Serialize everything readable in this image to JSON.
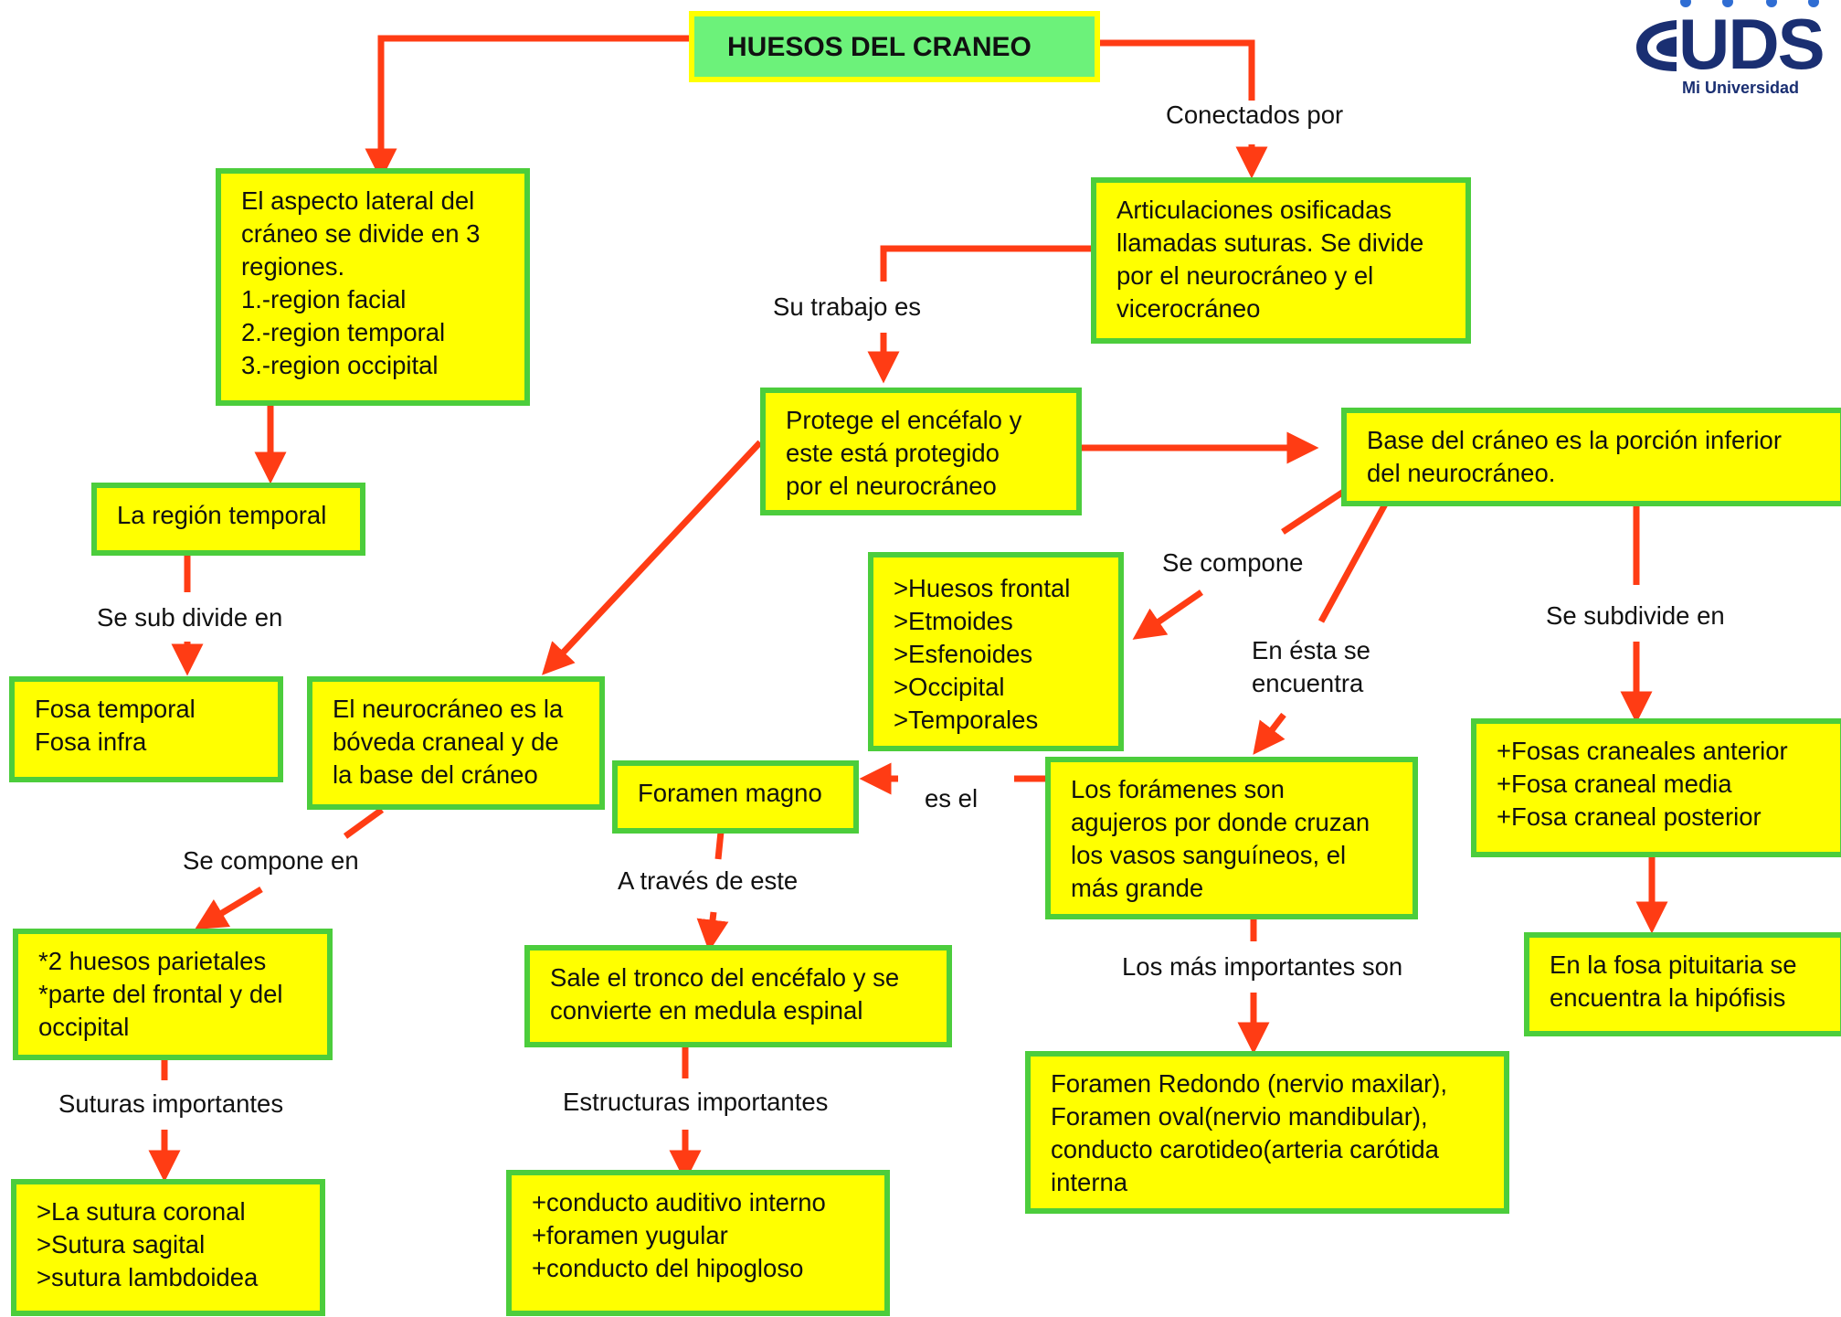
{
  "title": "HUESOS DEL CRANEO",
  "logo": {
    "text": "UDS",
    "subtitle": "Mi Universidad"
  },
  "colors": {
    "box_fill": "#ffff00",
    "box_border": "#4ccd3c",
    "title_fill": "#6cf27a",
    "arrow": "#ff3c14"
  },
  "nodes": {
    "lateral": [
      "El aspecto lateral del",
      "cráneo se divide en 3",
      "regiones.",
      "1.-region facial",
      "2.-region temporal",
      "3.-region occipital"
    ],
    "articulaciones": [
      "Articulaciones osificadas",
      "llamadas suturas. Se divide",
      "por el neurocráneo y el",
      "vicerocráneo"
    ],
    "protege": [
      "Protege el encéfalo y",
      "este está protegido",
      "por el neurocráneo"
    ],
    "base": [
      "Base del cráneo es la  porción inferior",
      "del neurocráneo."
    ],
    "region_temporal": [
      "La región temporal"
    ],
    "huesos": [
      ">Huesos frontal",
      ">Etmoides",
      ">Esfenoides",
      ">Occipital",
      ">Temporales"
    ],
    "fosa_temporal": [
      "Fosa temporal",
      "Fosa infra"
    ],
    "neurocraneo": [
      "El neurocráneo es la",
      "bóveda craneal y de",
      "la base del cráneo"
    ],
    "foramen_magno": [
      "Foramen magno"
    ],
    "foramenes": [
      "Los forámenes son",
      "agujeros por donde cruzan",
      "los vasos sanguíneos, el",
      "más grande"
    ],
    "fosas": [
      "+Fosas craneales anterior",
      "+Fosa craneal media",
      "+Fosa craneal posterior"
    ],
    "parietales": [
      "*2 huesos parietales",
      "*parte del frontal y del",
      "occipital"
    ],
    "tronco": [
      "Sale el tronco del encéfalo y se",
      "convierte en medula espinal"
    ],
    "redondo": [
      "Foramen Redondo (nervio maxilar),",
      "Foramen oval(nervio mandibular),",
      "conducto carotideo(arteria carótida",
      "interna"
    ],
    "pituitaria": [
      "En la fosa pituitaria se",
      "encuentra la hipófisis"
    ],
    "suturas": [
      ">La sutura coronal",
      ">Sutura sagital",
      ">sutura lambdoidea"
    ],
    "conductos": [
      "+conducto auditivo interno",
      "+foramen yugular",
      "+conducto del hipogloso"
    ]
  },
  "labels": {
    "conectados": "Conectados por",
    "su_trabajo": "Su trabajo es",
    "se_compone": "Se compone",
    "se_subdivide": "Se subdivide en",
    "se_sub_divide": "Se sub divide en",
    "en_esta_1": "En ésta se",
    "en_esta_2": "encuentra",
    "es_el": "es el",
    "se_compone_en": "Se compone en",
    "a_traves": "A través de este",
    "mas_importantes": "Los más importantes son",
    "suturas_importantes": "Suturas importantes",
    "estructuras_importantes": "Estructuras importantes"
  }
}
